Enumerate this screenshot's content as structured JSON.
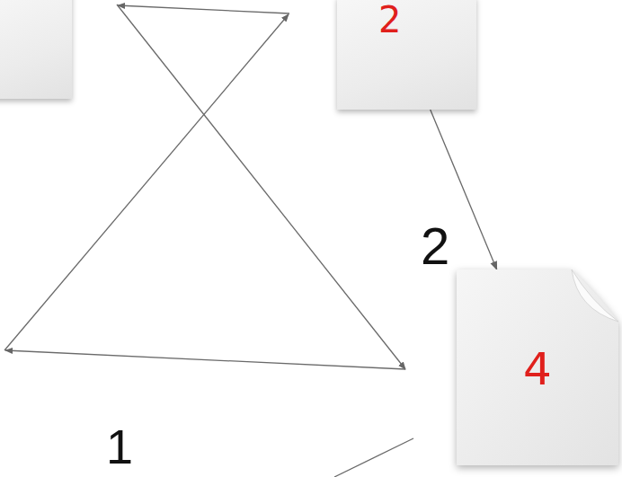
{
  "diagram": {
    "nodes": [
      {
        "text": [
          "2"
        ]
      },
      {
        "text": [
          "4"
        ]
      }
    ],
    "edges": [
      {
        "from": 0,
        "to": 1,
        "arrow": "to"
      }
    ],
    "labels": [
      "2",
      "1"
    ]
  }
}
